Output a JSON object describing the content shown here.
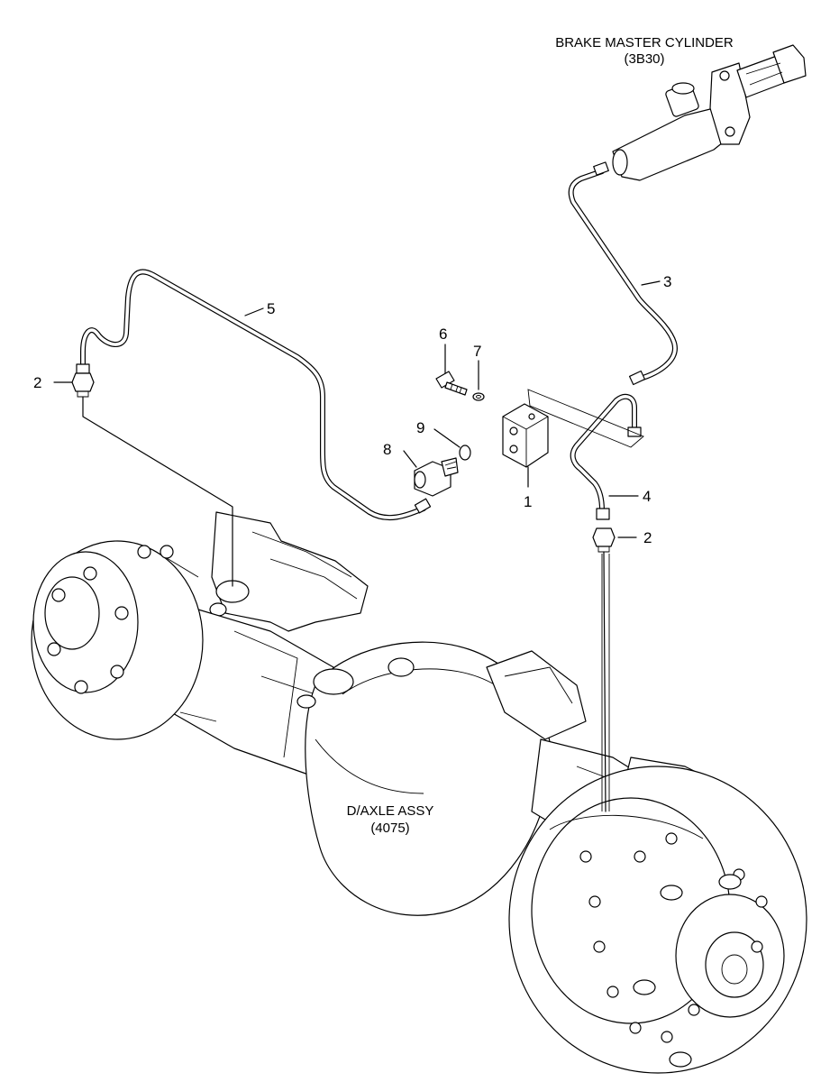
{
  "labels": {
    "master_cylinder_name": "BRAKE MASTER CYLINDER",
    "master_cylinder_code": "(3B30)",
    "axle_name": "D/AXLE ASSY",
    "axle_code": "(4075)"
  },
  "callouts": {
    "p1": "1",
    "p2_left": "2",
    "p2_right": "2",
    "p3": "3",
    "p4": "4",
    "p5": "5",
    "p6": "6",
    "p7": "7",
    "p8": "8",
    "p9": "9"
  }
}
